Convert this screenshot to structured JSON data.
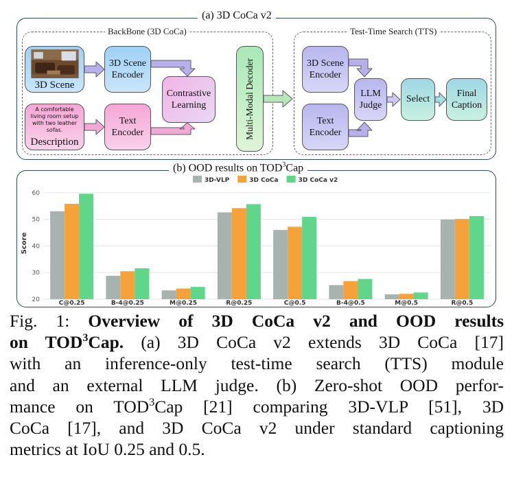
{
  "panel_a": {
    "title": "(a) 3D CoCa v2",
    "backbone_title": "BackBone (3D CoCa)",
    "tts_title": "Test-Time Search (TTS)",
    "scene_label": "3D Scene",
    "description_text": "A comfortable living room setup with two leather sofas.",
    "description_label": "Description",
    "scene_encoder": "3D Scene Encoder",
    "text_encoder": "Text Encoder",
    "contrastive": "Contrastive Learning",
    "decoder": "Multi-Modal Decoder",
    "tts_scene_encoder": "3D Scene Encoder",
    "tts_text_encoder": "Text Encoder",
    "llm_judge": "LLM Judge",
    "select": "Select",
    "final_caption": "Final Caption"
  },
  "panel_b": {
    "title_prefix": "(b) OOD results on TOD",
    "title_sup": "3",
    "title_suffix": "Cap"
  },
  "chart_data": {
    "type": "bar",
    "ylabel": "Score",
    "xlabel": "",
    "ylim": [
      20,
      62
    ],
    "yticks": [
      20,
      30,
      40,
      50,
      60
    ],
    "grid": true,
    "legend_position": "top-center",
    "categories": [
      "C@0.25",
      "B-4@0.25",
      "M@0.25",
      "R@0.25",
      "C@0.5",
      "B-4@0.5",
      "M@0.5",
      "R@0.5"
    ],
    "series": [
      {
        "name": "3D-VLP",
        "color": "#a8b3b0",
        "values": [
          53.0,
          28.8,
          23.3,
          52.6,
          46.0,
          25.3,
          21.8,
          49.9
        ]
      },
      {
        "name": "3D CoCa",
        "color": "#f5a23a",
        "values": [
          55.8,
          30.5,
          24.0,
          54.2,
          47.2,
          26.8,
          22.0,
          50.1
        ]
      },
      {
        "name": "3D CoCa v2",
        "color": "#5fd68a",
        "values": [
          59.6,
          31.6,
          24.6,
          55.7,
          50.9,
          27.6,
          22.5,
          51.2
        ]
      }
    ]
  },
  "caption": {
    "fig": "Fig. 1:",
    "bold_a": "Overview of 3D CoCa v2 and OOD results",
    "bold_b": "on TOD",
    "bold_sup": "3",
    "bold_c": "Cap.",
    "t1": "(a) 3D CoCa v2 extends 3D CoCa [17]",
    "t2": "with an inference-only test-time search (TTS) module",
    "t3": "and an external LLM judge. (b) Zero-shot OOD perfor-",
    "t4a": "mance on TOD",
    "t4sup": "3",
    "t4b": "Cap [21] comparing 3D-VLP [51], 3D",
    "t5": "CoCa [17], and 3D CoCa v2 under standard captioning",
    "t6": "metrics at IoU 0.25 and 0.5."
  }
}
